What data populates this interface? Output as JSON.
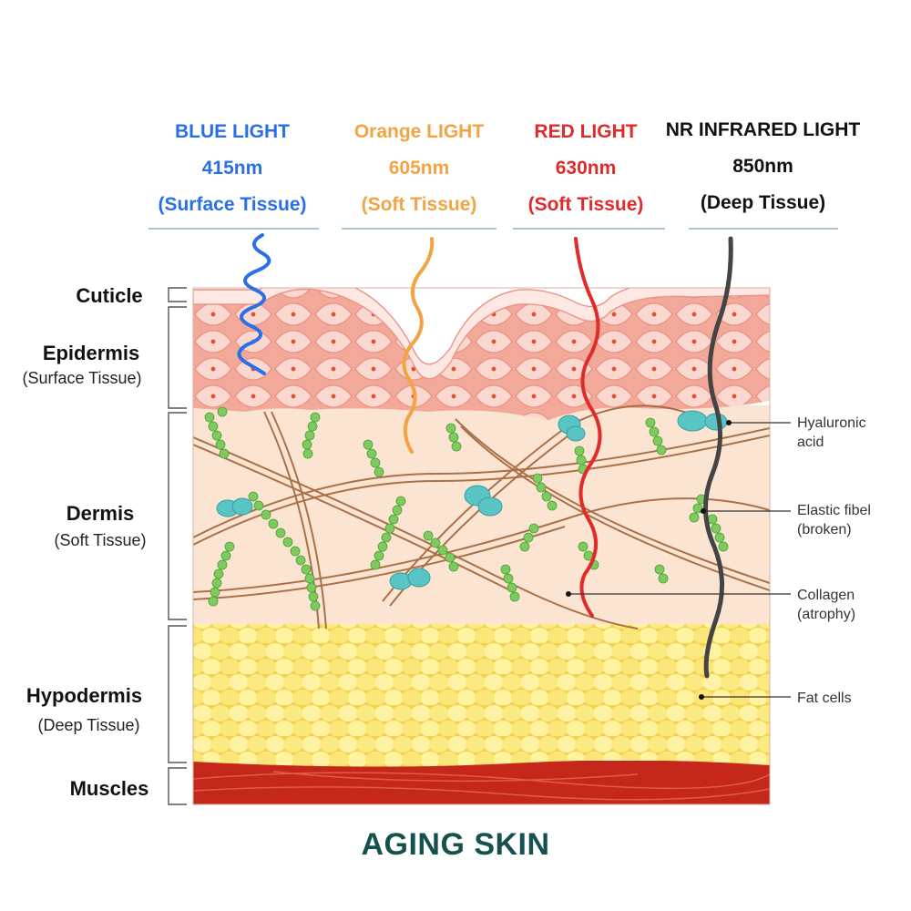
{
  "lights": [
    {
      "name": "BLUE LIGHT",
      "wavelength": "415nm",
      "depth": "(Surface Tissue)",
      "color": "#2b6fe8"
    },
    {
      "name": "Orange LIGHT",
      "wavelength": "605nm",
      "depth": "(Soft Tissue)",
      "color": "#f2a343"
    },
    {
      "name": "RED LIGHT",
      "wavelength": "630nm",
      "depth": "(Soft Tissue)",
      "color": "#e02b2b"
    },
    {
      "name": "NR INFRARED LIGHT",
      "wavelength": "850nm",
      "depth": "(Deep Tissue)",
      "color": "#111111"
    }
  ],
  "layers": {
    "cuticle": {
      "name": "Cuticle"
    },
    "epidermis": {
      "name": "Epidermis",
      "sub": "(Surface Tissue)"
    },
    "dermis": {
      "name": "Dermis",
      "sub": "(Soft Tissue)"
    },
    "hypodermis": {
      "name": "Hypodermis",
      "sub": "(Deep Tissue)"
    },
    "muscles": {
      "name": "Muscles"
    }
  },
  "callouts": {
    "hyaluronic": [
      "Hyaluronic",
      "acid"
    ],
    "elastic": [
      "Elastic fibel",
      "(broken)"
    ],
    "collagen": [
      "Collagen",
      "(atrophy)"
    ],
    "fat": [
      "Fat cells"
    ]
  },
  "title": "AGING SKIN",
  "colors": {
    "epidermis": "#f6b7a8",
    "dermis": "#fbe4d2",
    "fat": "#f7dc5e",
    "muscle": "#c5281a",
    "collagen": "#a2643a",
    "elastin": "#7ccb5c",
    "hyaluronic": "#58c4c4",
    "underline": "#a9c4d6"
  }
}
